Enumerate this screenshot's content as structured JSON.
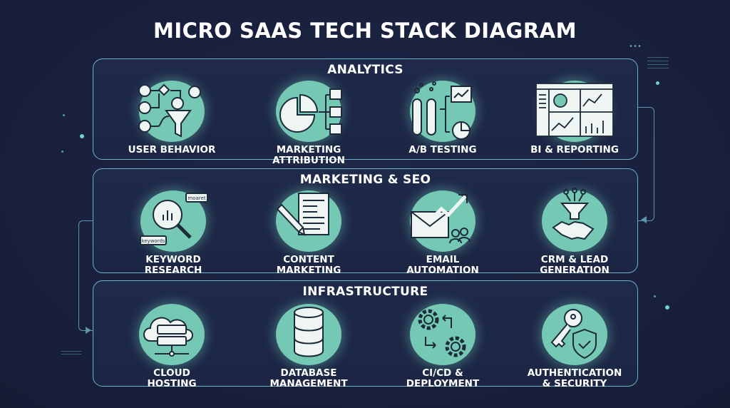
{
  "title": "MICRO SAAS TECH STACK DIAGRAM",
  "colors": {
    "background": "#18203a",
    "card_border": "#6fb4c4",
    "icon_circle": "#74c8b4",
    "text": "#ffffff",
    "connector": "#5f95a8"
  },
  "sections": [
    {
      "title": "ANALYTICS",
      "items": [
        {
          "label": "USER BEHAVIOR",
          "icon": "user-flow-funnel-icon"
        },
        {
          "label": "MARKETING\nATTRIBUTION",
          "icon": "pie-chart-channels-icon"
        },
        {
          "label": "A/B TESTING",
          "icon": "test-tubes-charts-icon"
        },
        {
          "label": "BI & REPORTING",
          "icon": "dashboard-icon"
        }
      ]
    },
    {
      "title": "MARKETING & SEO",
      "items": [
        {
          "label": "KEYWORD\nRESEARCH",
          "icon": "magnifier-keywords-icon",
          "tags": [
            "moaret",
            "keywords"
          ]
        },
        {
          "label": "CONTENT\nMARKETING",
          "icon": "pencil-document-icon"
        },
        {
          "label": "EMAIL\nAUTOMATION",
          "icon": "envelope-growth-icon"
        },
        {
          "label": "CRM & LEAD\nGENERATION",
          "icon": "funnel-handshake-icon"
        }
      ]
    },
    {
      "title": "INFRASTRUCTURE",
      "items": [
        {
          "label": "CLOUD\nHOSTING",
          "icon": "cloud-server-icon"
        },
        {
          "label": "DATABASE\nMANAGEMENT",
          "icon": "database-icon"
        },
        {
          "label": "CI/CD &\nDEPLOYMENT",
          "icon": "gears-cycle-icon"
        },
        {
          "label": "AUTHENTICATION\n& SECURITY",
          "icon": "key-shield-icon"
        }
      ]
    }
  ]
}
